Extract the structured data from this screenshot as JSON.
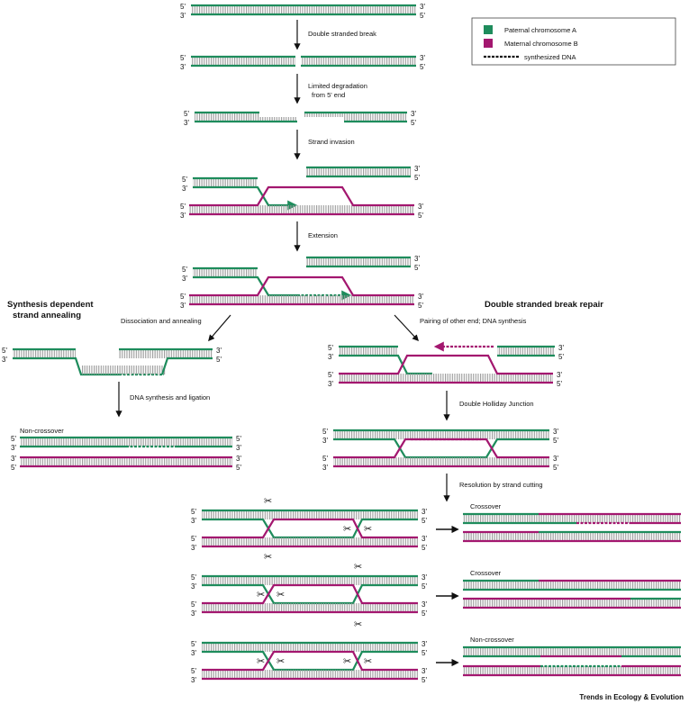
{
  "colors": {
    "paternal": "#1e8c5c",
    "maternal": "#a3176f",
    "rung": "#9a9a9a",
    "ink": "#111111"
  },
  "legend": {
    "paternal": "Paternal chromosome A",
    "maternal": "Maternal chromosome B",
    "synth": "synthesized DNA"
  },
  "ends": {
    "five": "5'",
    "three": "3'"
  },
  "steps": {
    "dsb": "Double stranded break",
    "degradation_1": "Limited degradation",
    "degradation_2": "from 5' end",
    "invasion": "Strand invasion",
    "extension": "Extension",
    "dissociation": "Dissociation and annealing",
    "ligation": "DNA synthesis and ligation",
    "pairing": "Pairing of other end; DNA synthesis",
    "holliday": "Double Holliday Junction",
    "resolution": "Resolution by strand cutting"
  },
  "sections": {
    "sdsa_1": "Synthesis dependent",
    "sdsa_2": "strand annealing",
    "dsbr": "Double stranded break repair"
  },
  "outcomes": {
    "sdsa": "Non-crossover",
    "res1": "Crossover",
    "res2": "Crossover",
    "res3": "Non-crossover"
  },
  "footer": "Trends in Ecology & Evolution"
}
